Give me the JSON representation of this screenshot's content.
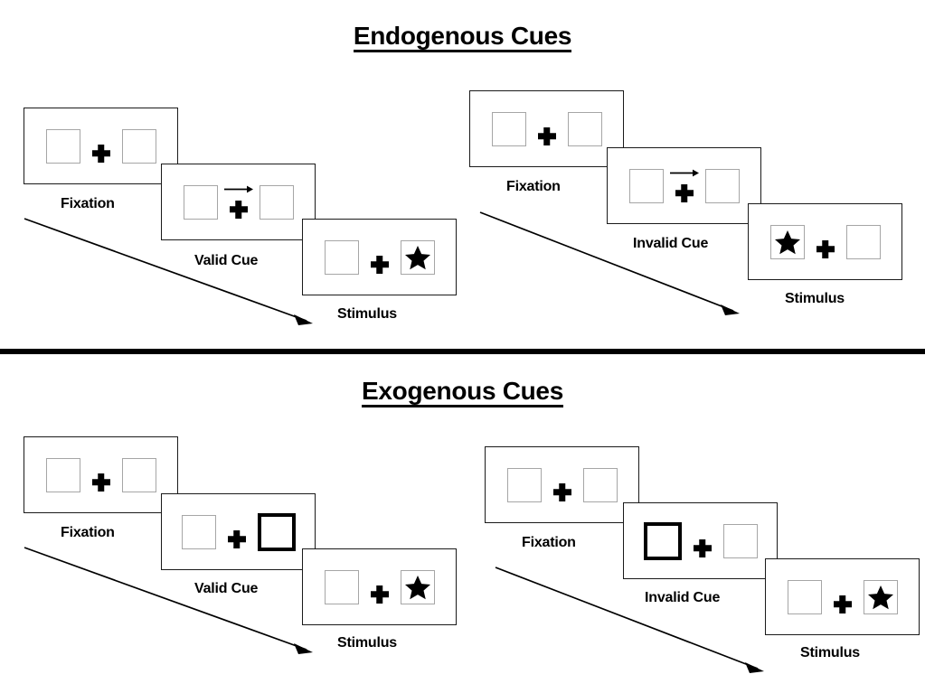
{
  "sections": [
    {
      "id": "endogenous",
      "title": "Endogenous Cues",
      "conditions": [
        {
          "id": "endogenous-valid",
          "cue_type": "arrow",
          "frames": [
            {
              "caption": "Fixation",
              "cue": "none",
              "left": "empty",
              "right": "empty"
            },
            {
              "caption": "Valid Cue",
              "cue": "arrow-right",
              "left": "empty",
              "right": "empty"
            },
            {
              "caption": "Stimulus",
              "cue": "none",
              "left": "empty",
              "right": "star"
            }
          ]
        },
        {
          "id": "endogenous-invalid",
          "cue_type": "arrow",
          "frames": [
            {
              "caption": "Fixation",
              "cue": "none",
              "left": "empty",
              "right": "empty"
            },
            {
              "caption": "Invalid Cue",
              "cue": "arrow-right",
              "left": "empty",
              "right": "empty"
            },
            {
              "caption": "Stimulus",
              "cue": "none",
              "left": "star",
              "right": "empty"
            }
          ]
        }
      ]
    },
    {
      "id": "exogenous",
      "title": "Exogenous Cues",
      "conditions": [
        {
          "id": "exogenous-valid",
          "cue_type": "box-flash",
          "frames": [
            {
              "caption": "Fixation",
              "cue": "none",
              "left": "empty",
              "right": "empty"
            },
            {
              "caption": "Valid Cue",
              "cue": "highlight-right",
              "left": "empty",
              "right": "empty"
            },
            {
              "caption": "Stimulus",
              "cue": "none",
              "left": "empty",
              "right": "star"
            }
          ]
        },
        {
          "id": "exogenous-invalid",
          "cue_type": "box-flash",
          "frames": [
            {
              "caption": "Fixation",
              "cue": "none",
              "left": "empty",
              "right": "empty"
            },
            {
              "caption": "Invalid Cue",
              "cue": "highlight-left",
              "left": "empty",
              "right": "empty"
            },
            {
              "caption": "Stimulus",
              "cue": "none",
              "left": "empty",
              "right": "star"
            }
          ]
        }
      ]
    }
  ],
  "icons": {
    "star": "star-icon",
    "fixation_cross": "fixation-cross-icon",
    "arrow_cue": "arrow-right-cue-icon",
    "flow_arrow": "time-flow-arrow-icon"
  },
  "colors": {
    "ink": "#000000",
    "panel_border": "#1a1a1a",
    "box_border": "#a6a6a6",
    "highlight_border": "#000000",
    "background": "#ffffff"
  }
}
